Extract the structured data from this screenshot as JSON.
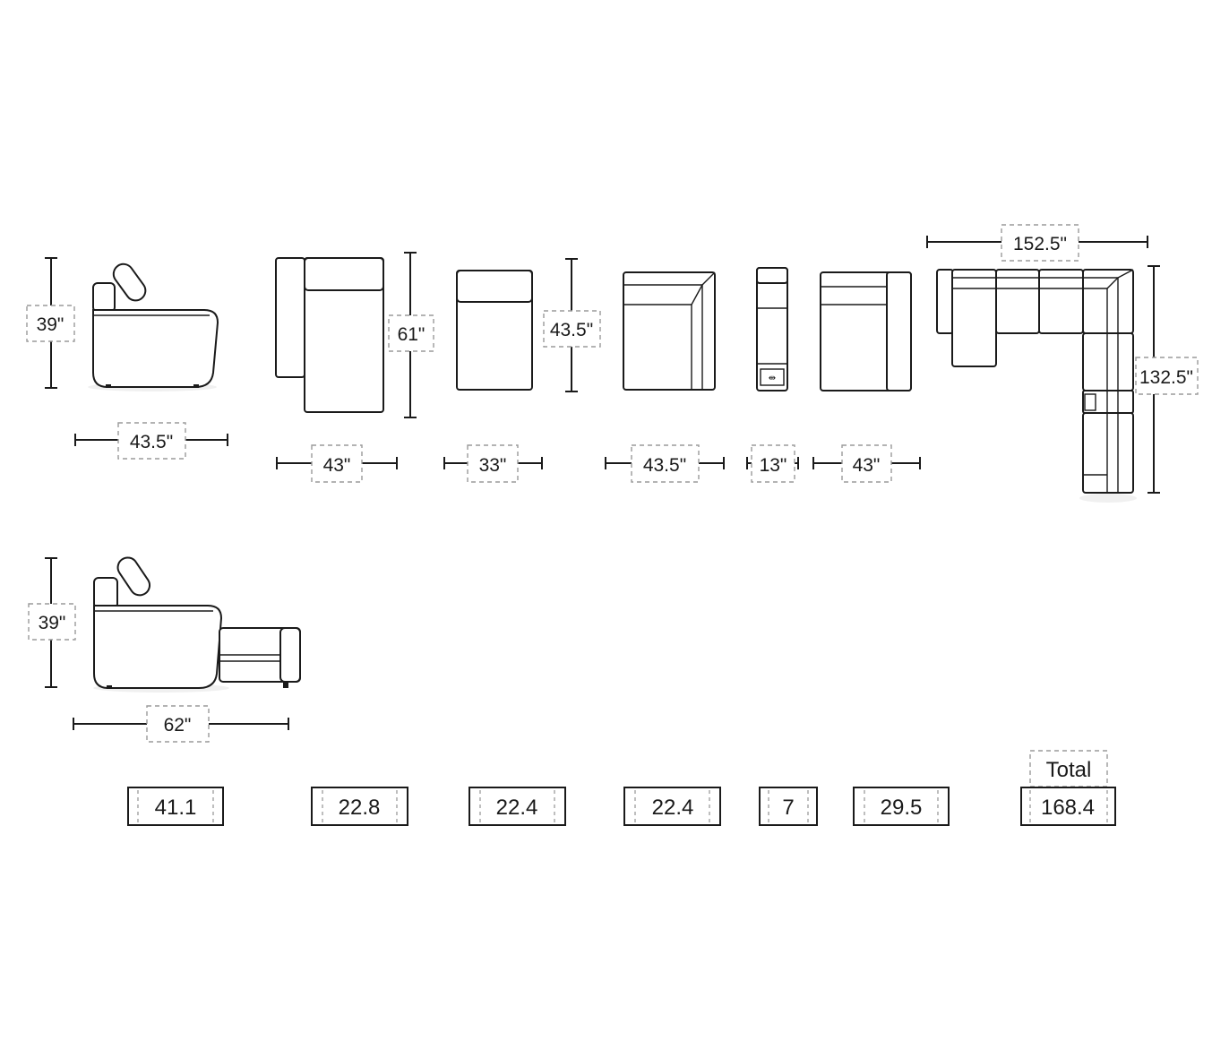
{
  "dimensions": {
    "recliner_height": "39\"",
    "recliner_width": "43.5\"",
    "chaise_depth": "61\"",
    "chaise_width": "43\"",
    "armless_depth": "43.5\"",
    "armless_width": "33\"",
    "corner_width": "43.5\"",
    "console_width": "13\"",
    "right_arm_width": "43\"",
    "sectional_width": "152.5\"",
    "sectional_depth": "132.5\"",
    "extended_height": "39\"",
    "extended_length": "62\""
  },
  "values": {
    "v1": "41.1",
    "v2": "22.8",
    "v3": "22.4",
    "v4": "22.4",
    "v5": "7",
    "v6": "29.5",
    "total_label": "Total",
    "total": "168.4"
  },
  "colors": {
    "line": "#1a1a1a",
    "dashed_outline": "#9a9a9a"
  }
}
